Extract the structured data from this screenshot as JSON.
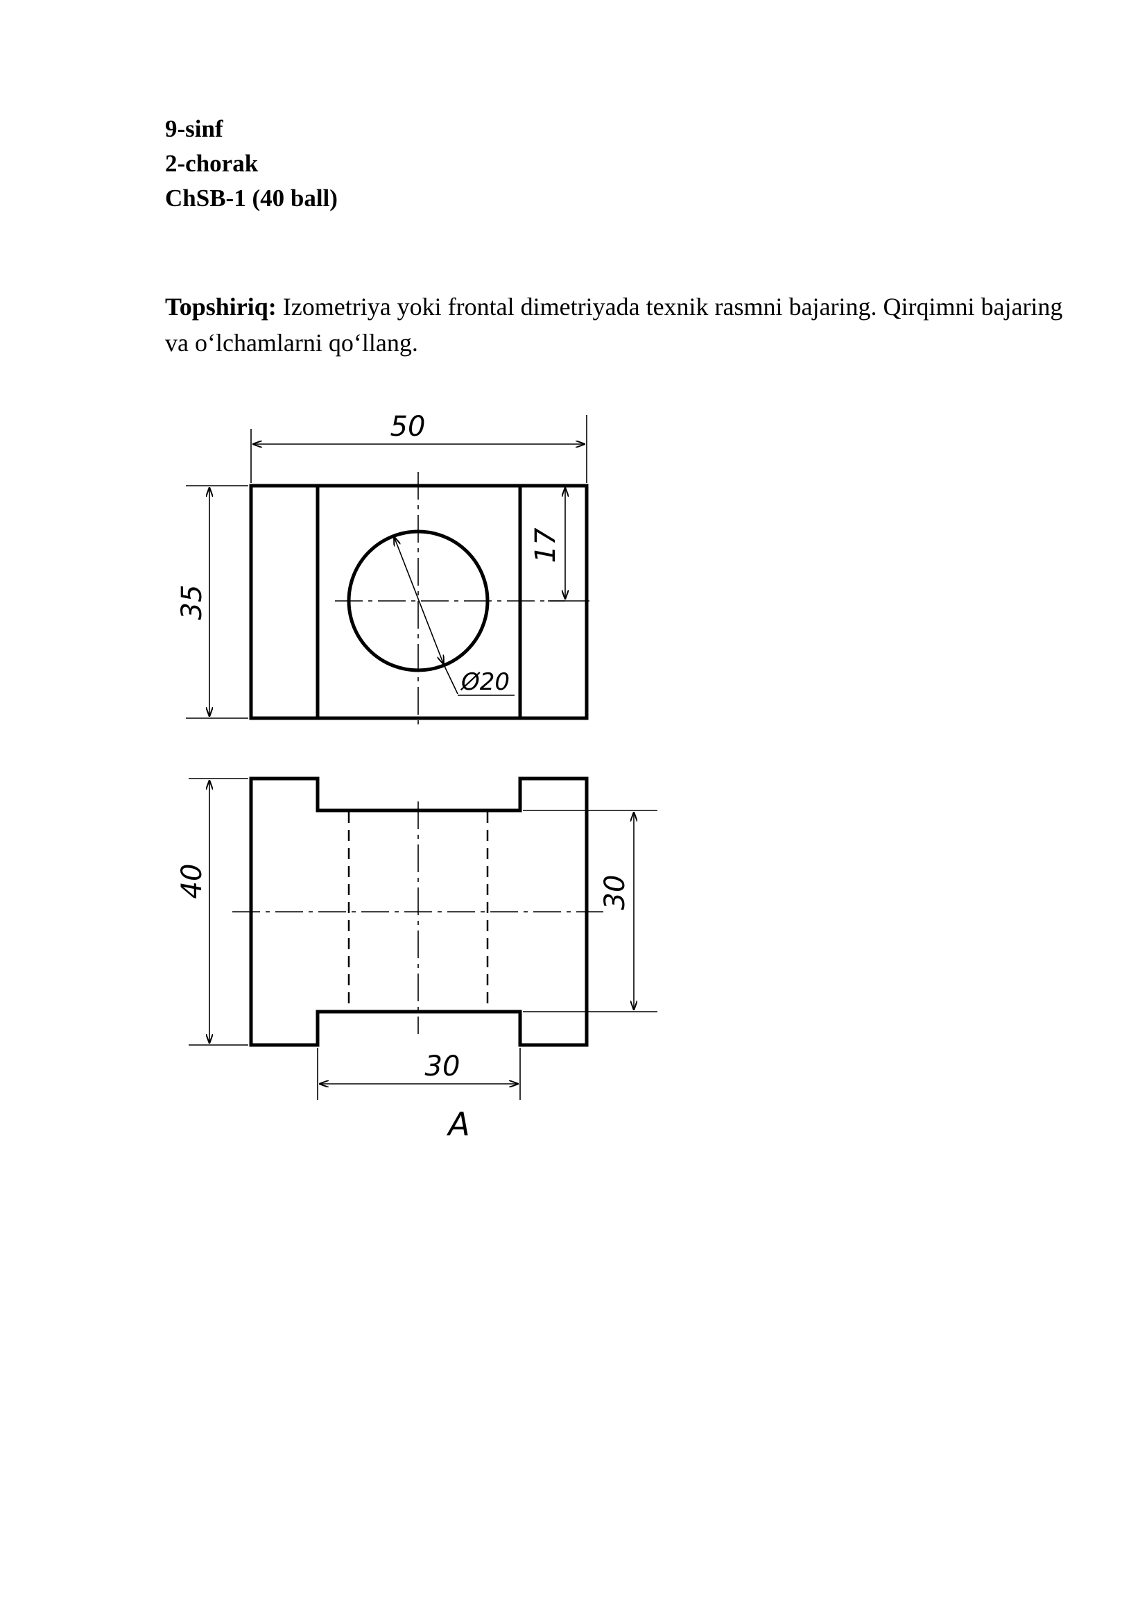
{
  "header": {
    "grade": "9-sinf",
    "quarter": "2-chorak",
    "assessment": "ChSB-1 (40 ball)"
  },
  "task": {
    "label": "Topshiriq:",
    "text": " Izometriya yoki frontal dimetriyada texnik rasmni bajaring. Qirqimni bajaring va o‘lchamlarni qo‘llang."
  },
  "drawing": {
    "top_view": {
      "width_dim": "50",
      "height_dim": "35",
      "offset_dim": "17",
      "hole_dim": "Ø20"
    },
    "front_view": {
      "height_dim": "40",
      "inner_height_dim": "30",
      "slot_width_dim": "30",
      "view_label": "A"
    }
  }
}
